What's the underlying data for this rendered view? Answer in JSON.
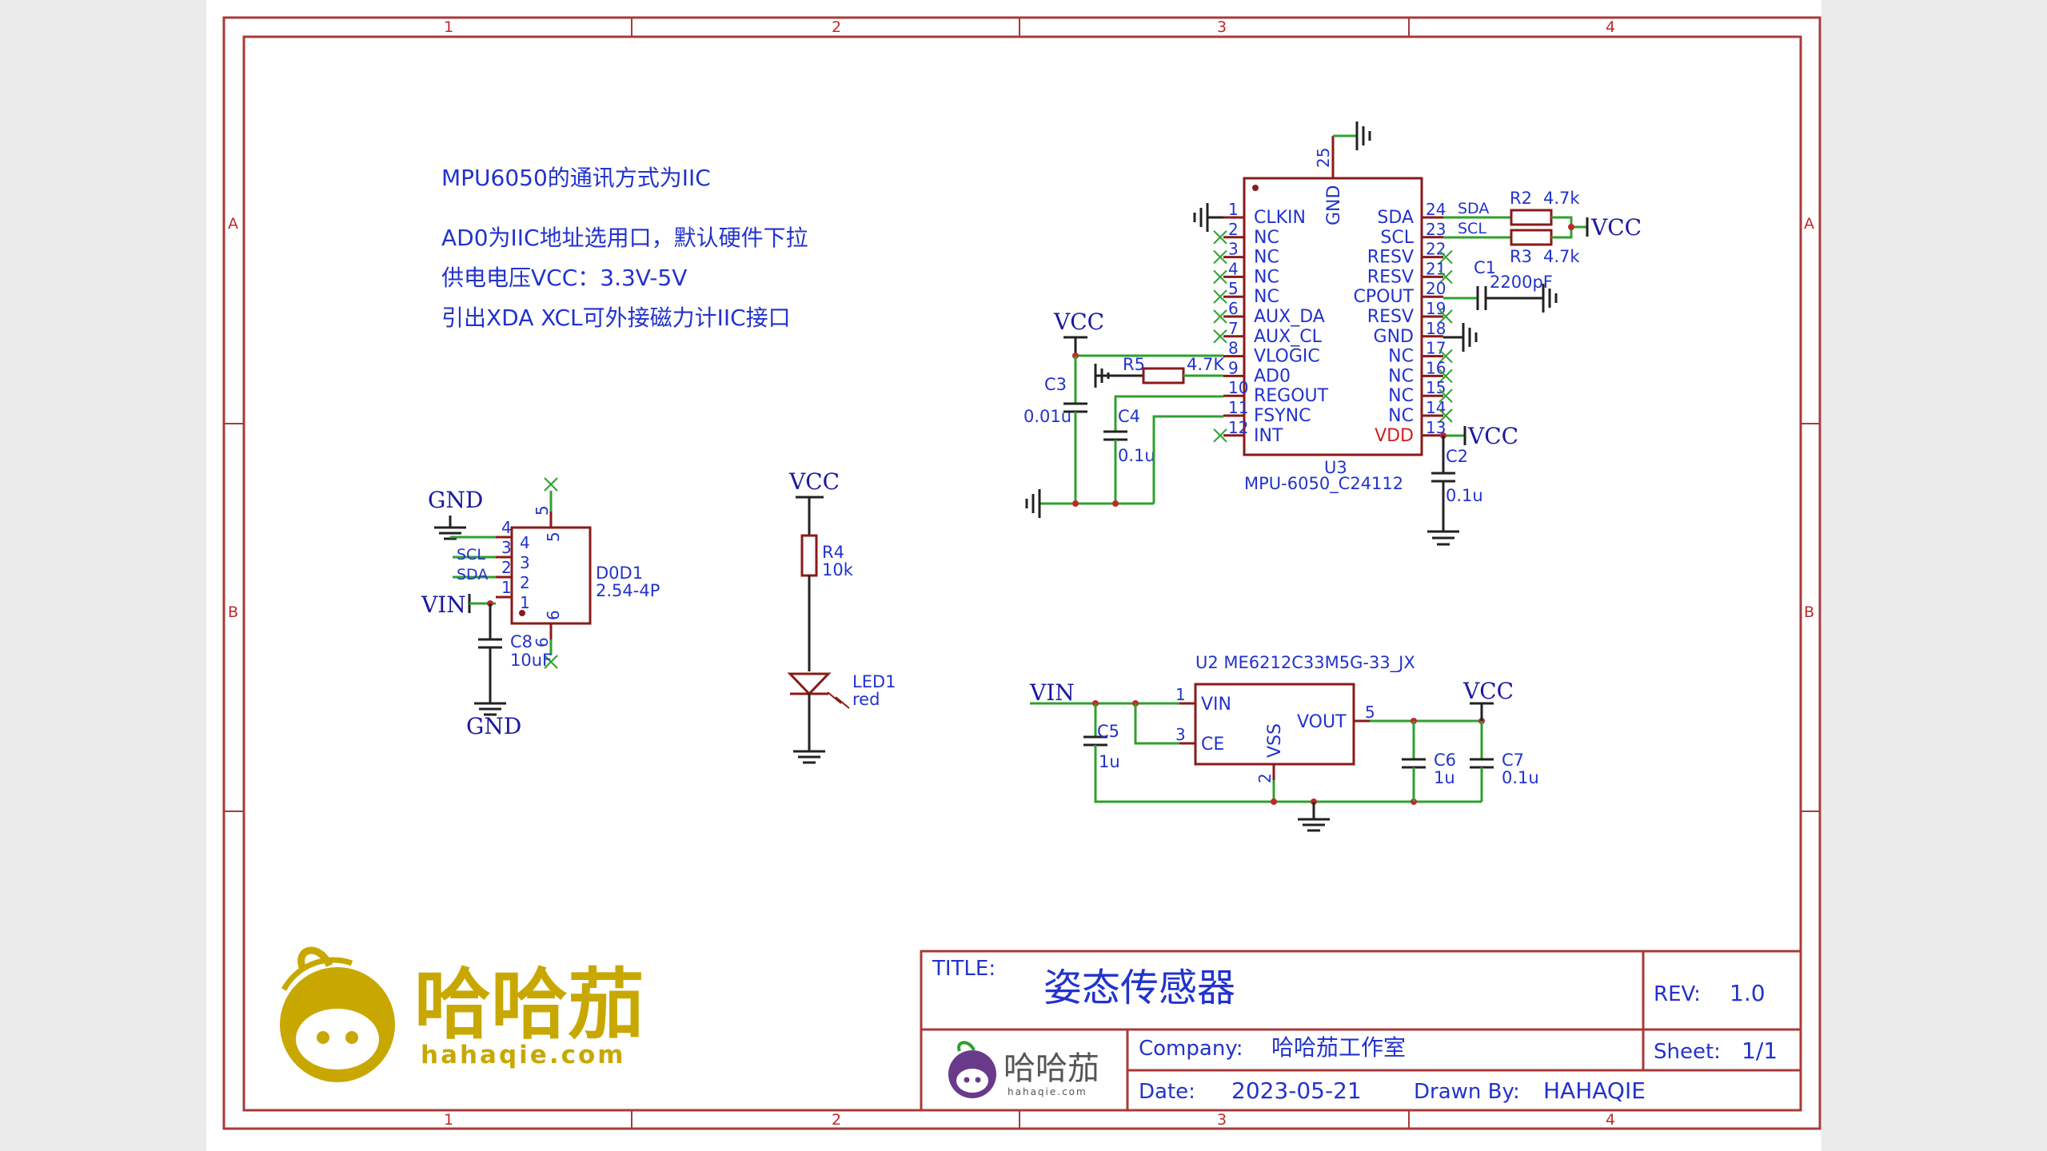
{
  "notes": [
    "MPU6050的通讯方式为IIC",
    "AD0为IIC地址选用口，默认硬件下拉",
    "供电电压VCC：3.3V-5V",
    "引出XDA XCL可外接磁力计IIC接口"
  ],
  "grid": {
    "columns": [
      "1",
      "2",
      "3",
      "4"
    ],
    "rows": [
      "A",
      "B"
    ]
  },
  "nets": {
    "vcc": "VCC",
    "gnd": "GND",
    "vin": "VIN",
    "sda": "SDA",
    "scl": "SCL"
  },
  "u3": {
    "ref": "U3",
    "part": "MPU-6050_C24112",
    "top_pin": {
      "num": "25",
      "name": "GND"
    },
    "left_pins": [
      {
        "num": "1",
        "name": "CLKIN"
      },
      {
        "num": "2",
        "name": "NC"
      },
      {
        "num": "3",
        "name": "NC"
      },
      {
        "num": "4",
        "name": "NC"
      },
      {
        "num": "5",
        "name": "NC"
      },
      {
        "num": "6",
        "name": "AUX_DA"
      },
      {
        "num": "7",
        "name": "AUX_CL"
      },
      {
        "num": "8",
        "name": "VLOGIC"
      },
      {
        "num": "9",
        "name": "AD0"
      },
      {
        "num": "10",
        "name": "REGOUT"
      },
      {
        "num": "11",
        "name": "FSYNC"
      },
      {
        "num": "12",
        "name": "INT"
      }
    ],
    "right_pins": [
      {
        "num": "24",
        "name": "SDA"
      },
      {
        "num": "23",
        "name": "SCL"
      },
      {
        "num": "22",
        "name": "RESV"
      },
      {
        "num": "21",
        "name": "RESV"
      },
      {
        "num": "20",
        "name": "CPOUT"
      },
      {
        "num": "19",
        "name": "RESV"
      },
      {
        "num": "18",
        "name": "GND"
      },
      {
        "num": "17",
        "name": "NC"
      },
      {
        "num": "16",
        "name": "NC"
      },
      {
        "num": "15",
        "name": "NC"
      },
      {
        "num": "14",
        "name": "NC"
      },
      {
        "num": "13",
        "name": "VDD"
      }
    ]
  },
  "components": {
    "r2": {
      "ref": "R2",
      "value": "4.7k"
    },
    "r3": {
      "ref": "R3",
      "value": "4.7k"
    },
    "r5": {
      "ref": "R5",
      "value": "4.7K"
    },
    "r4": {
      "ref": "R4",
      "value": "10k"
    },
    "c1": {
      "ref": "C1",
      "value": "2200pF"
    },
    "c2": {
      "ref": "C2",
      "value": "0.1u"
    },
    "c3": {
      "ref": "C3",
      "value": "0.01u"
    },
    "c4": {
      "ref": "C4",
      "value": "0.1u"
    },
    "c5": {
      "ref": "C5",
      "value": "1u"
    },
    "c6": {
      "ref": "C6",
      "value": "1u"
    },
    "c7": {
      "ref": "C7",
      "value": "0.1u"
    },
    "c8": {
      "ref": "C8",
      "value": "10uF"
    },
    "led1": {
      "ref": "LED1",
      "value": "red"
    }
  },
  "d0d1": {
    "ref": "D0D1",
    "value": "2.54-4P",
    "pins": [
      "4",
      "3",
      "2",
      "1",
      "5",
      "6"
    ],
    "nets": [
      "SCL",
      "SDA"
    ]
  },
  "u2": {
    "label": "U2 ME6212C33M5G-33_JX",
    "pins": [
      {
        "num": "1",
        "name": "VIN"
      },
      {
        "num": "3",
        "name": "CE"
      },
      {
        "num": "5",
        "name": "VOUT"
      },
      {
        "num": "2",
        "name": "VSS"
      }
    ]
  },
  "title_block": {
    "title_label": "TITLE:",
    "title": "姿态传感器",
    "rev_label": "REV:",
    "rev": "1.0",
    "company_label": "Company:",
    "company": "哈哈茄工作室",
    "sheet_label": "Sheet:",
    "sheet": "1/1",
    "date_label": "Date:",
    "date": "2023-05-21",
    "drawn_label": "Drawn By:",
    "drawn": "HAHAQIE"
  },
  "logo": {
    "name": "哈哈茄",
    "url": "hahaqie.com"
  },
  "colors": {
    "wire": "#2fa02f",
    "label": "#2233cc",
    "frame": "#a83a3a",
    "logo": "#c8a800"
  }
}
